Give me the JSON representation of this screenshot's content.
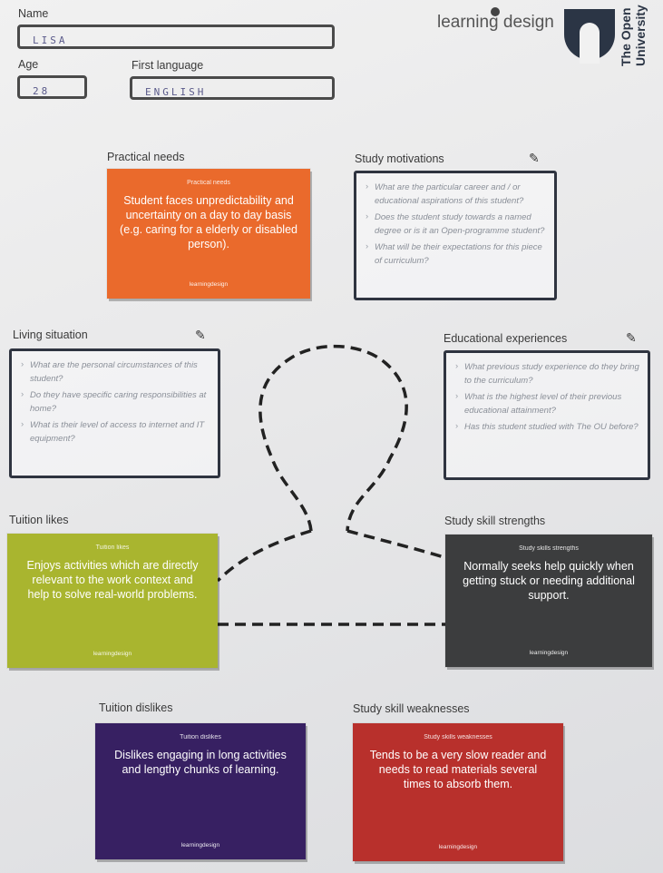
{
  "header": {
    "name_label": "Name",
    "name_value": "LISA",
    "age_label": "Age",
    "age_value": "28",
    "language_label": "First language",
    "language_value": "ENGLISH",
    "brand_text": "learning design",
    "university_line1": "The Open",
    "university_line2": "University"
  },
  "sections": {
    "practical_needs": {
      "title": "Practical needs",
      "card_tag": "Practical needs",
      "card_text": "Student faces unpredictability and uncertainty on a day to day basis (e.g. caring for a elderly or disabled person).",
      "card_logo": "learningdesign"
    },
    "study_motivations": {
      "title": "Study motivations",
      "prompts": [
        "What are the particular career and / or educational aspirations of this student?",
        "Does the student study towards a named degree or is it an Open-programme student?",
        "What will be their expectations for this piece of curriculum?"
      ]
    },
    "living_situation": {
      "title": "Living situation",
      "prompts": [
        "What are the personal circumstances of this student?",
        "Do they have specific caring responsibilities at home?",
        "What is their level of access to internet and IT equipment?"
      ]
    },
    "educational_experiences": {
      "title": "Educational experiences",
      "prompts": [
        "What previous study experience do they bring to the curriculum?",
        "What is the highest level of their previous educational attainment?",
        "Has this student studied with The OU before?"
      ]
    },
    "tuition_likes": {
      "title": "Tuition likes",
      "card_tag": "Tuition likes",
      "card_text": "Enjoys activities which are directly relevant to the work context and help to solve real-world problems.",
      "card_logo": "learningdesign"
    },
    "study_skill_strengths": {
      "title": "Study skill strengths",
      "card_tag": "Study skills strengths",
      "card_text": "Normally seeks help quickly when getting stuck or needing additional support.",
      "card_logo": "learningdesign"
    },
    "tuition_dislikes": {
      "title": "Tuition dislikes",
      "card_tag": "Tuition dislikes",
      "card_text": "Dislikes engaging in long activities and lengthy chunks of learning.",
      "card_logo": "learningdesign"
    },
    "study_skill_weaknesses": {
      "title": "Study skill weaknesses",
      "card_tag": "Study skills weaknesses",
      "card_text": "Tends to be a very slow reader and needs to read materials several times to absorb them.",
      "card_logo": "learningdesign"
    }
  },
  "colors": {
    "practical": "#ea6a2c",
    "likes": "#a9b52f",
    "strengths": "#3c3d3e",
    "dislikes": "#372062",
    "weaknesses": "#b8302c",
    "ou_blue": "#2b3545"
  },
  "icons": [
    "pencil-icon",
    "learning-design-logo-icon",
    "open-university-shield-icon"
  ]
}
